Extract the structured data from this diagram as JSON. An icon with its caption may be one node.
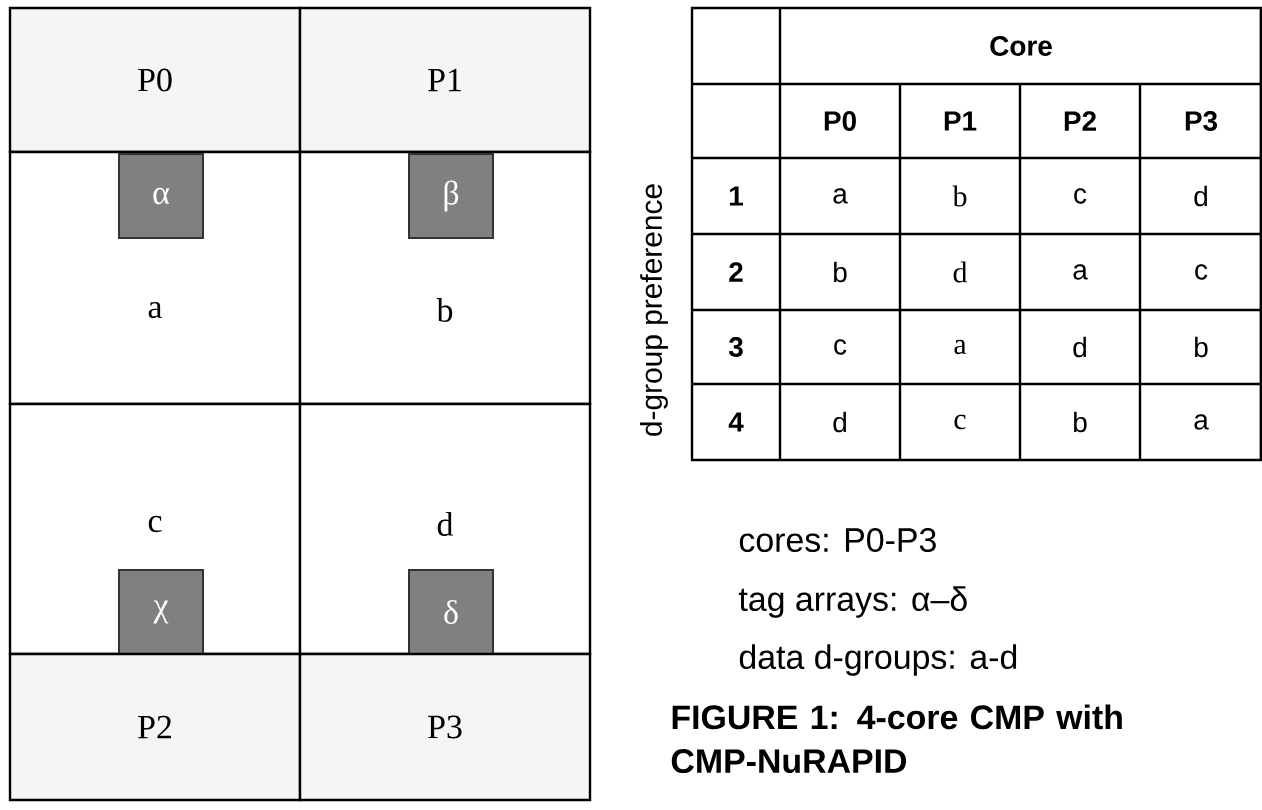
{
  "diagram": {
    "caption": "FIGURE 1: 4-core CMP with CMP-NuRAPID",
    "nodes": [
      {
        "text": [
          "P0"
        ]
      },
      {
        "text": [
          "P1"
        ]
      },
      {
        "text": [
          "a"
        ]
      },
      {
        "text": [
          "α"
        ],
        "in": 2
      },
      {
        "text": [
          "b"
        ]
      },
      {
        "text": [
          "β"
        ],
        "in": 4
      },
      {
        "text": [
          "c"
        ]
      },
      {
        "text": [
          "χ"
        ],
        "in": 6
      },
      {
        "text": [
          "d"
        ]
      },
      {
        "text": [
          "δ"
        ],
        "in": 8
      },
      {
        "text": [
          "P2"
        ]
      },
      {
        "text": [
          "P3"
        ]
      }
    ],
    "labels": [
      "Core",
      "P0",
      "P1",
      "P2",
      "P3",
      "1",
      "a",
      "b",
      "c",
      "d",
      "2",
      "b",
      "d",
      "a",
      "c",
      "3",
      "c",
      "a",
      "d",
      "b",
      "4",
      "d",
      "c",
      "b",
      "a",
      "d-group preference",
      "cores: P0-P3",
      "tag arrays: α–δ",
      "data d-groups: a-d"
    ]
  }
}
